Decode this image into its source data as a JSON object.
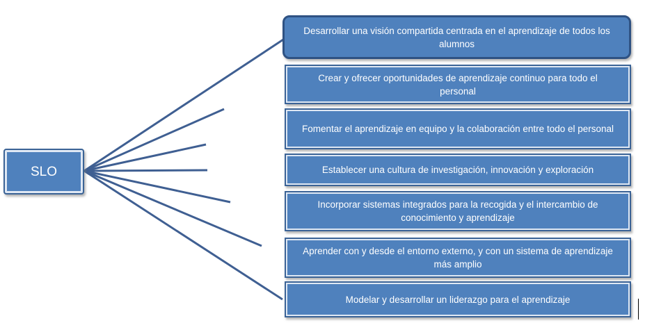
{
  "center_node": {
    "label": "SLO"
  },
  "items": [
    {
      "label": "Desarrollar una visión compartida centrada en el aprendizaje de todos los alumnos"
    },
    {
      "label": "Crear y ofrecer oportunidades de aprendizaje continuo para todo el personal"
    },
    {
      "label": "Fomentar el aprendizaje en equipo y la colaboración entre todo el personal"
    },
    {
      "label": "Establecer una cultura de investigación, innovación y exploración"
    },
    {
      "label": "Incorporar sistemas integrados para la recogida y el intercambio de conocimiento y aprendizaje"
    },
    {
      "label": "Aprender con y desde el entorno externo, y con un sistema de aprendizaje más amplio"
    },
    {
      "label": "Modelar y desarrollar un liderazgo para el aprendizaje"
    }
  ],
  "colors": {
    "box_fill": "#4f81bd",
    "box_border": "#3b6396",
    "connector": "#3f5f92",
    "text": "#ffffff"
  }
}
